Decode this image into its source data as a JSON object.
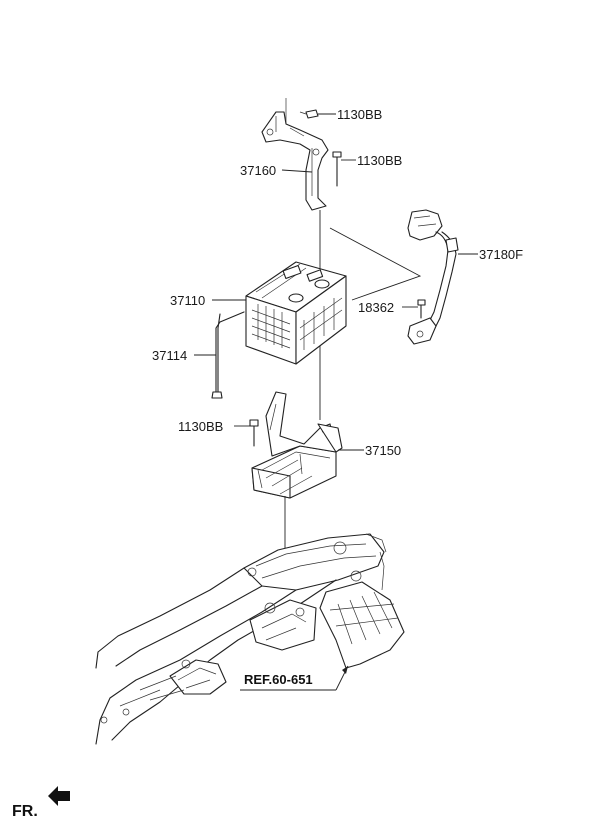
{
  "labels": {
    "bolt_top": "1130BB",
    "bolt_mid": "1130BB",
    "bracket": "37160",
    "cable": "37180F",
    "battery": "37110",
    "nut": "18362",
    "rod": "37114",
    "bolt_tray": "1130BB",
    "tray": "37150",
    "ref": "REF.60-651",
    "fr": "FR."
  }
}
